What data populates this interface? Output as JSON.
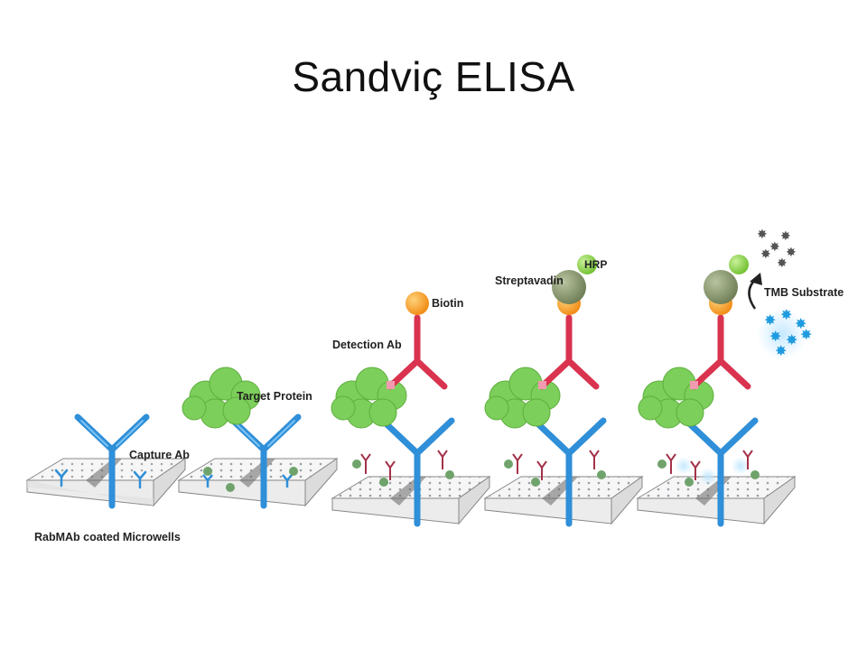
{
  "slide": {
    "title": "Sandviç ELISA"
  },
  "labels": {
    "capture_ab": "Capture Ab",
    "rabmab_wells": "RabMAb coated Microwells",
    "target_protein": "Target Protein",
    "detection_ab": "Detection Ab",
    "biotin": "Biotin",
    "streptavadin": "Streptavadin",
    "hrp": "HRP",
    "tmb_substrate": "TMB Substrate"
  },
  "colors": {
    "capture_antibody": "#2f8fd8",
    "detection_antibody": "#d9334f",
    "target_protein": "#7ccf5a",
    "biotin": "#f5a623",
    "streptavidin": "#8a9a72",
    "hrp": "#8fd23f",
    "plate": "#f4f4f4",
    "tmb_blue": "#1f9be0"
  }
}
